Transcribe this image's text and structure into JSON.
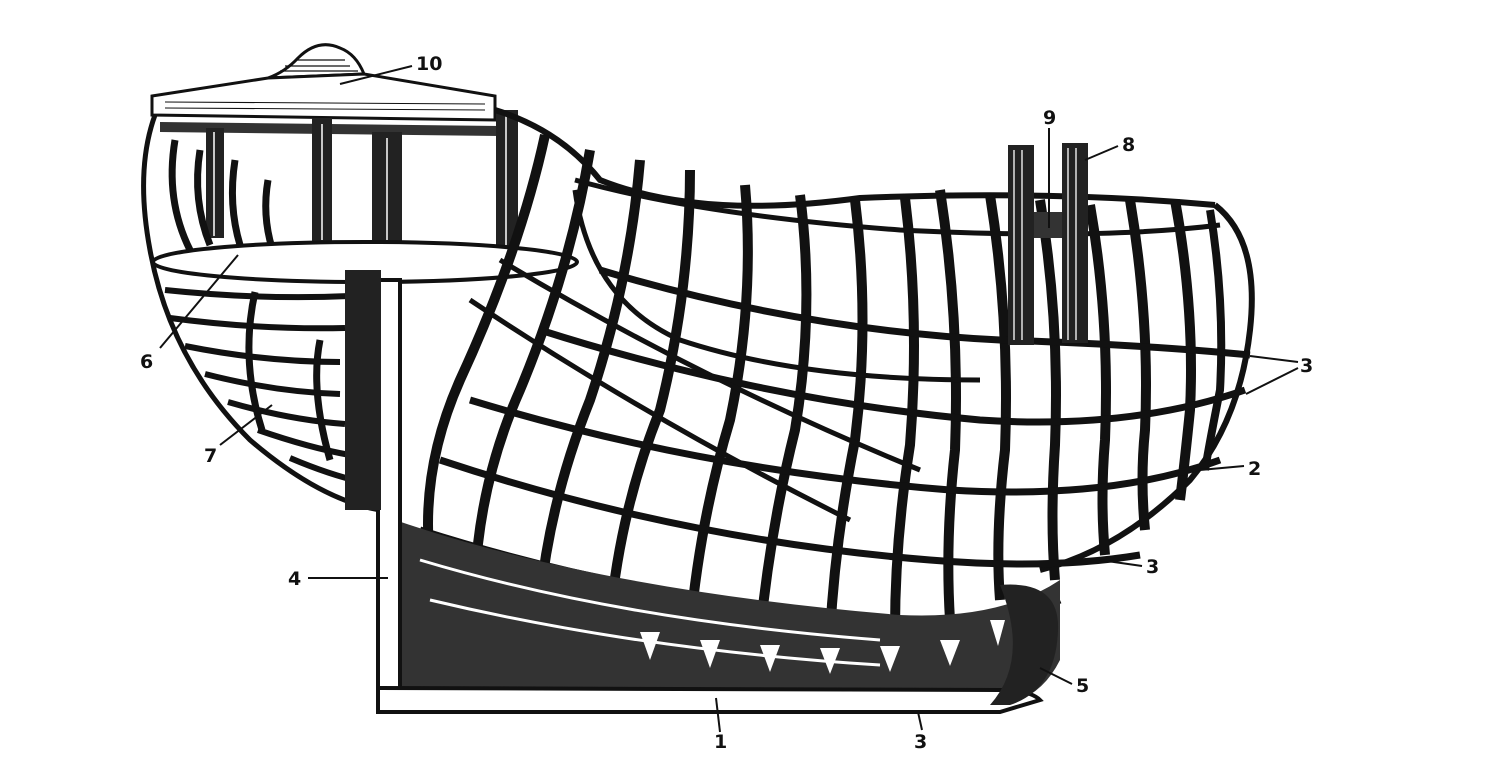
{
  "labels": {
    "keel": "1",
    "frame": "2",
    "stringer": "3",
    "sternpost": "4",
    "stem": "5",
    "transom": "6",
    "fashion_piece": "7",
    "bitt_post": "8",
    "bitt_slot": "9",
    "taffrail": "10"
  },
  "colors": {
    "ink": "#111111",
    "paper": "#ffffff"
  }
}
